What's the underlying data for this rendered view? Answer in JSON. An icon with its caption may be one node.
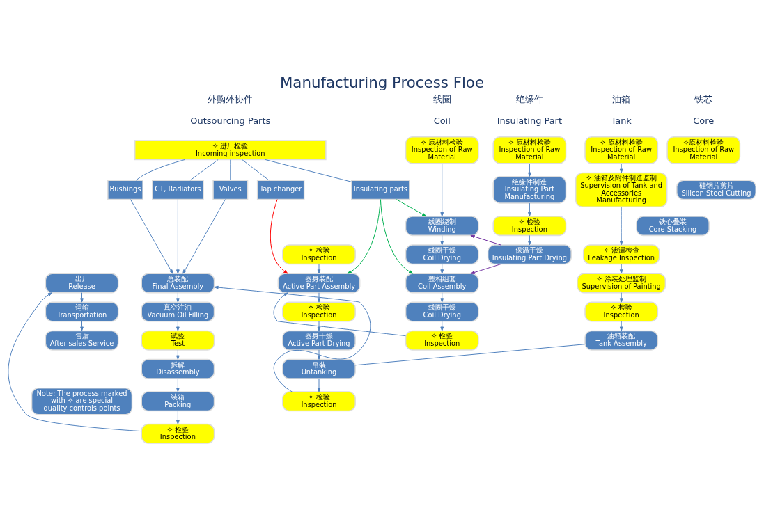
{
  "diagram": {
    "title": "Manufacturing Process Floe",
    "nodes": [
      {
        "text": [
          "✧ 原材料检验",
          "Inspection of Raw Material"
        ]
      },
      {
        "text": [
          "线圈绕制",
          "Winding"
        ]
      },
      {
        "text": [
          "线圈干燥",
          "Coil Drying"
        ]
      },
      {
        "text": [
          "整相组套",
          "Coil Assembly"
        ]
      },
      {
        "text": [
          "线圈干燥",
          "Coil Drying"
        ]
      },
      {
        "text": [
          "✧ 检验",
          "Inspection"
        ]
      },
      {
        "text": [
          "✧ 原材料检验",
          "Inspection of Raw Material"
        ]
      },
      {
        "text": [
          "绝缘件制造",
          "Insulating Part Manufacturing"
        ]
      },
      {
        "text": [
          "✧ 检验",
          "Inspection"
        ]
      },
      {
        "text": [
          "保温干燥",
          "Insulating Part Drying"
        ]
      },
      {
        "text": [
          "器身装配",
          "Active Part Assembly"
        ]
      },
      {
        "text": [
          "✧ 检验",
          "Inspection"
        ]
      },
      {
        "text": [
          "器身干燥",
          "Active Part Drying"
        ]
      },
      {
        "text": [
          "吊装",
          "Untanking"
        ]
      },
      {
        "text": [
          "✧ 检验",
          "Inspection"
        ]
      },
      {
        "text": [
          "✧ 原材料检验",
          "Inspection of Raw Material"
        ]
      },
      {
        "text": [
          "✧ 油箱及附件制造监制",
          "Supervision of Tank and Accessories Manufacturing"
        ]
      },
      {
        "text": [
          "✧ 渗漏检查",
          "Leakage Inspection"
        ]
      },
      {
        "text": [
          "✧ 涂装处理监制",
          "Supervision of Painting"
        ]
      },
      {
        "text": [
          "✧ 检验",
          "Inspection"
        ]
      },
      {
        "text": [
          "油箱装配",
          "Tank Assembly"
        ]
      },
      {
        "text": [
          "✧原材料检验",
          "Inspection of Raw Material"
        ]
      },
      {
        "text": [
          "硅钢片剪片",
          "Silicon Steel Cutting"
        ]
      },
      {
        "text": [
          "铁心叠装",
          "Core Stacking"
        ]
      },
      {
        "text": [
          "✧ 检验",
          "Inspection"
        ]
      },
      {
        "text": [
          "✧ 进厂检验",
          "Incoming inspection"
        ]
      },
      {
        "text": [
          "Insulating parts"
        ]
      },
      {
        "text": [
          "Tap changer"
        ]
      },
      {
        "text": [
          "CT, Radiators"
        ]
      },
      {
        "text": [
          "Bushings"
        ]
      },
      {
        "text": [
          "Valves"
        ]
      },
      {
        "text": [
          "总装配",
          "Final Assembly"
        ]
      },
      {
        "text": [
          "真空注油",
          "Vacuum Oil Filling"
        ]
      },
      {
        "text": [
          "试验",
          "Test"
        ]
      },
      {
        "text": [
          "拆解",
          "Disassembly"
        ]
      },
      {
        "text": [
          "装箱",
          "Packing"
        ]
      },
      {
        "text": [
          "✧ 检验",
          "Inspection"
        ]
      },
      {
        "text": [
          "出厂",
          "Release"
        ]
      },
      {
        "text": [
          "运输",
          "Transportation"
        ]
      },
      {
        "text": [
          "售后",
          "After-sales Service"
        ]
      },
      {
        "text": [
          "Note: The process marked with ✧ are special quality controls points"
        ]
      }
    ],
    "edges": [
      {
        "from": 0,
        "to": 1,
        "arrow": "to"
      },
      {
        "from": 1,
        "to": 2,
        "arrow": "to"
      },
      {
        "from": 2,
        "to": 3,
        "arrow": "to"
      },
      {
        "from": 3,
        "to": 4,
        "arrow": "to"
      },
      {
        "from": 4,
        "to": 5,
        "arrow": "to"
      },
      {
        "from": 5,
        "to": 10,
        "arrow": "to"
      },
      {
        "from": 6,
        "to": 7,
        "arrow": "to"
      },
      {
        "from": 7,
        "to": 8,
        "arrow": "to"
      },
      {
        "from": 8,
        "to": 9,
        "arrow": "to"
      },
      {
        "from": 9,
        "to": 1,
        "arrow": "to",
        "color": "#7030a0"
      },
      {
        "from": 9,
        "to": 3,
        "arrow": "to",
        "color": "#7030a0"
      },
      {
        "from": 26,
        "to": 1,
        "arrow": "to",
        "color": "#00b050"
      },
      {
        "from": 26,
        "to": 3,
        "arrow": "to",
        "color": "#00b050"
      },
      {
        "from": 26,
        "to": 10,
        "arrow": "to",
        "color": "#00b050"
      },
      {
        "from": 27,
        "to": 10,
        "arrow": "to",
        "color": "#ff0000"
      },
      {
        "from": 24,
        "to": 10,
        "arrow": "to"
      },
      {
        "from": 10,
        "to": 11,
        "arrow": "to"
      },
      {
        "from": 11,
        "to": 12,
        "arrow": "to"
      },
      {
        "from": 12,
        "to": 13,
        "arrow": "to"
      },
      {
        "from": 13,
        "to": 14,
        "arrow": "to"
      },
      {
        "from": 15,
        "to": 16,
        "arrow": "to"
      },
      {
        "from": 16,
        "to": 17,
        "arrow": "to"
      },
      {
        "from": 17,
        "to": 18,
        "arrow": "to"
      },
      {
        "from": 18,
        "to": 19,
        "arrow": "to"
      },
      {
        "from": 19,
        "to": 20,
        "arrow": "to"
      },
      {
        "from": 20,
        "to": 13,
        "arrow": "none"
      },
      {
        "from": 14,
        "to": 31,
        "arrow": "to"
      },
      {
        "from": 25,
        "to": 26,
        "arrow": "none"
      },
      {
        "from": 25,
        "to": 27,
        "arrow": "none"
      },
      {
        "from": 25,
        "to": 28,
        "arrow": "none"
      },
      {
        "from": 25,
        "to": 29,
        "arrow": "none"
      },
      {
        "from": 25,
        "to": 30,
        "arrow": "none"
      },
      {
        "from": 28,
        "to": 31,
        "arrow": "to"
      },
      {
        "from": 29,
        "to": 31,
        "arrow": "to"
      },
      {
        "from": 30,
        "to": 31,
        "arrow": "to"
      },
      {
        "from": 31,
        "to": 32,
        "arrow": "to"
      },
      {
        "from": 32,
        "to": 33,
        "arrow": "to"
      },
      {
        "from": 33,
        "to": 34,
        "arrow": "to"
      },
      {
        "from": 34,
        "to": 35,
        "arrow": "to"
      },
      {
        "from": 35,
        "to": 36,
        "arrow": "to"
      },
      {
        "from": 36,
        "to": 37,
        "arrow": "to"
      },
      {
        "from": 37,
        "to": 38,
        "arrow": "to"
      },
      {
        "from": 38,
        "to": 39,
        "arrow": "to"
      }
    ],
    "labels": [
      "线圈",
      "Coil",
      "绝缘件",
      "Insulating Part",
      "油箱",
      "Tank",
      "铁芯",
      "Core",
      "外购外协件",
      "Outsourcing Parts"
    ]
  }
}
